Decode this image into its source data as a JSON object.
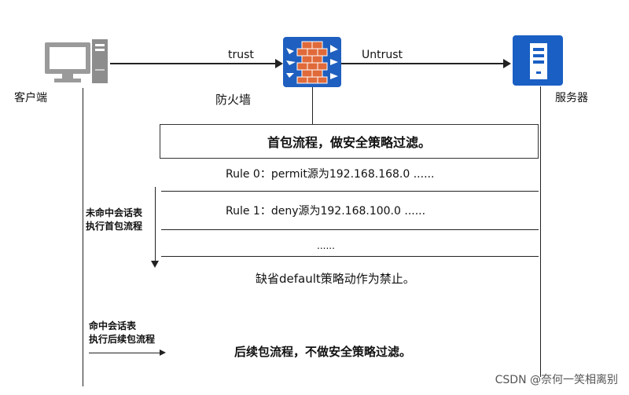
{
  "nodes": {
    "client_label": "客户端",
    "firewall_label": "防火墙",
    "server_label": "服务器"
  },
  "links": {
    "trust": "trust",
    "untrust": "Untrust"
  },
  "first_packet_box": "首包流程，做安全策略过滤。",
  "rules": [
    "Rule 0：permit源为192.168.168.0 ......",
    "Rule 1：deny源为192.168.100.0   ......",
    "......"
  ],
  "default_rule": "缺省default策略动作为禁止。",
  "miss_note": [
    "未命中会话表",
    "执行首包流程"
  ],
  "hit_note": [
    "命中会话表",
    "执行后续包流程"
  ],
  "subsequent_packet": "后续包流程，不做安全策略过滤。",
  "watermark": "CSDN @奈何一笑相离别",
  "colors": {
    "firewall": "#1f5fbf",
    "server": "#1a5fc4",
    "monitor": "#8a8a8a",
    "brick": "#e06a3a"
  }
}
